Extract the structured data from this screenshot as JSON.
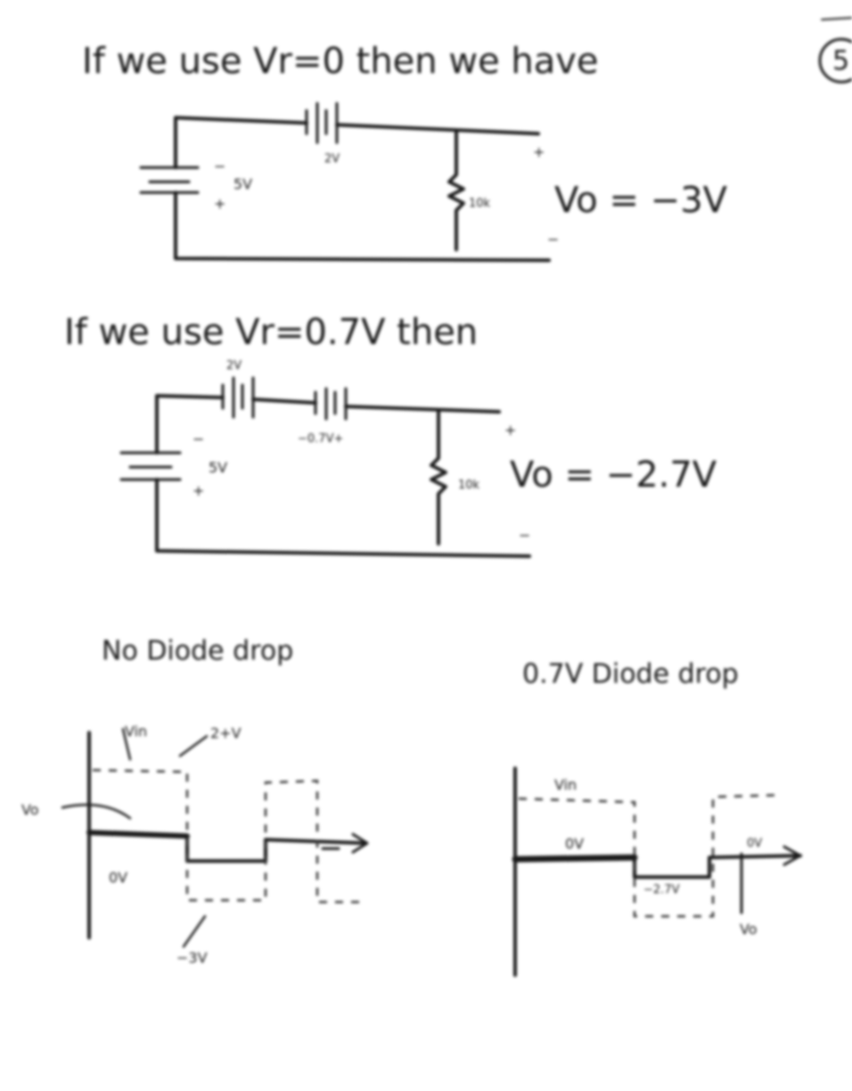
{
  "page": {
    "page_marker": "5",
    "line1": "If we use Vr=0 then we have",
    "line2": "If we use Vr=0.7V then",
    "circuit1": {
      "battery": "5V",
      "source": "2V",
      "resistor": "10k",
      "plus_out": "+",
      "minus_out": "−",
      "result": "Vo = −3V"
    },
    "circuit2": {
      "source": "2V",
      "diode_drop": "−0.7V+",
      "battery": "5V",
      "resistor": "10k",
      "plus_out": "+",
      "minus_out": "−",
      "result": "Vo = −2.7V"
    },
    "graph1": {
      "caption": "No Diode drop",
      "label_vin": "Vin",
      "label_peak": "2+V",
      "label_vo": "Vo",
      "label_zero": "0V",
      "label_min": "−3V"
    },
    "graph2": {
      "caption": "0.7V Diode drop",
      "label_vin": "Vin",
      "label_zero": "0V",
      "label_min": "−2.7V",
      "label_pos": "0V",
      "label_vo": "Vo"
    }
  }
}
